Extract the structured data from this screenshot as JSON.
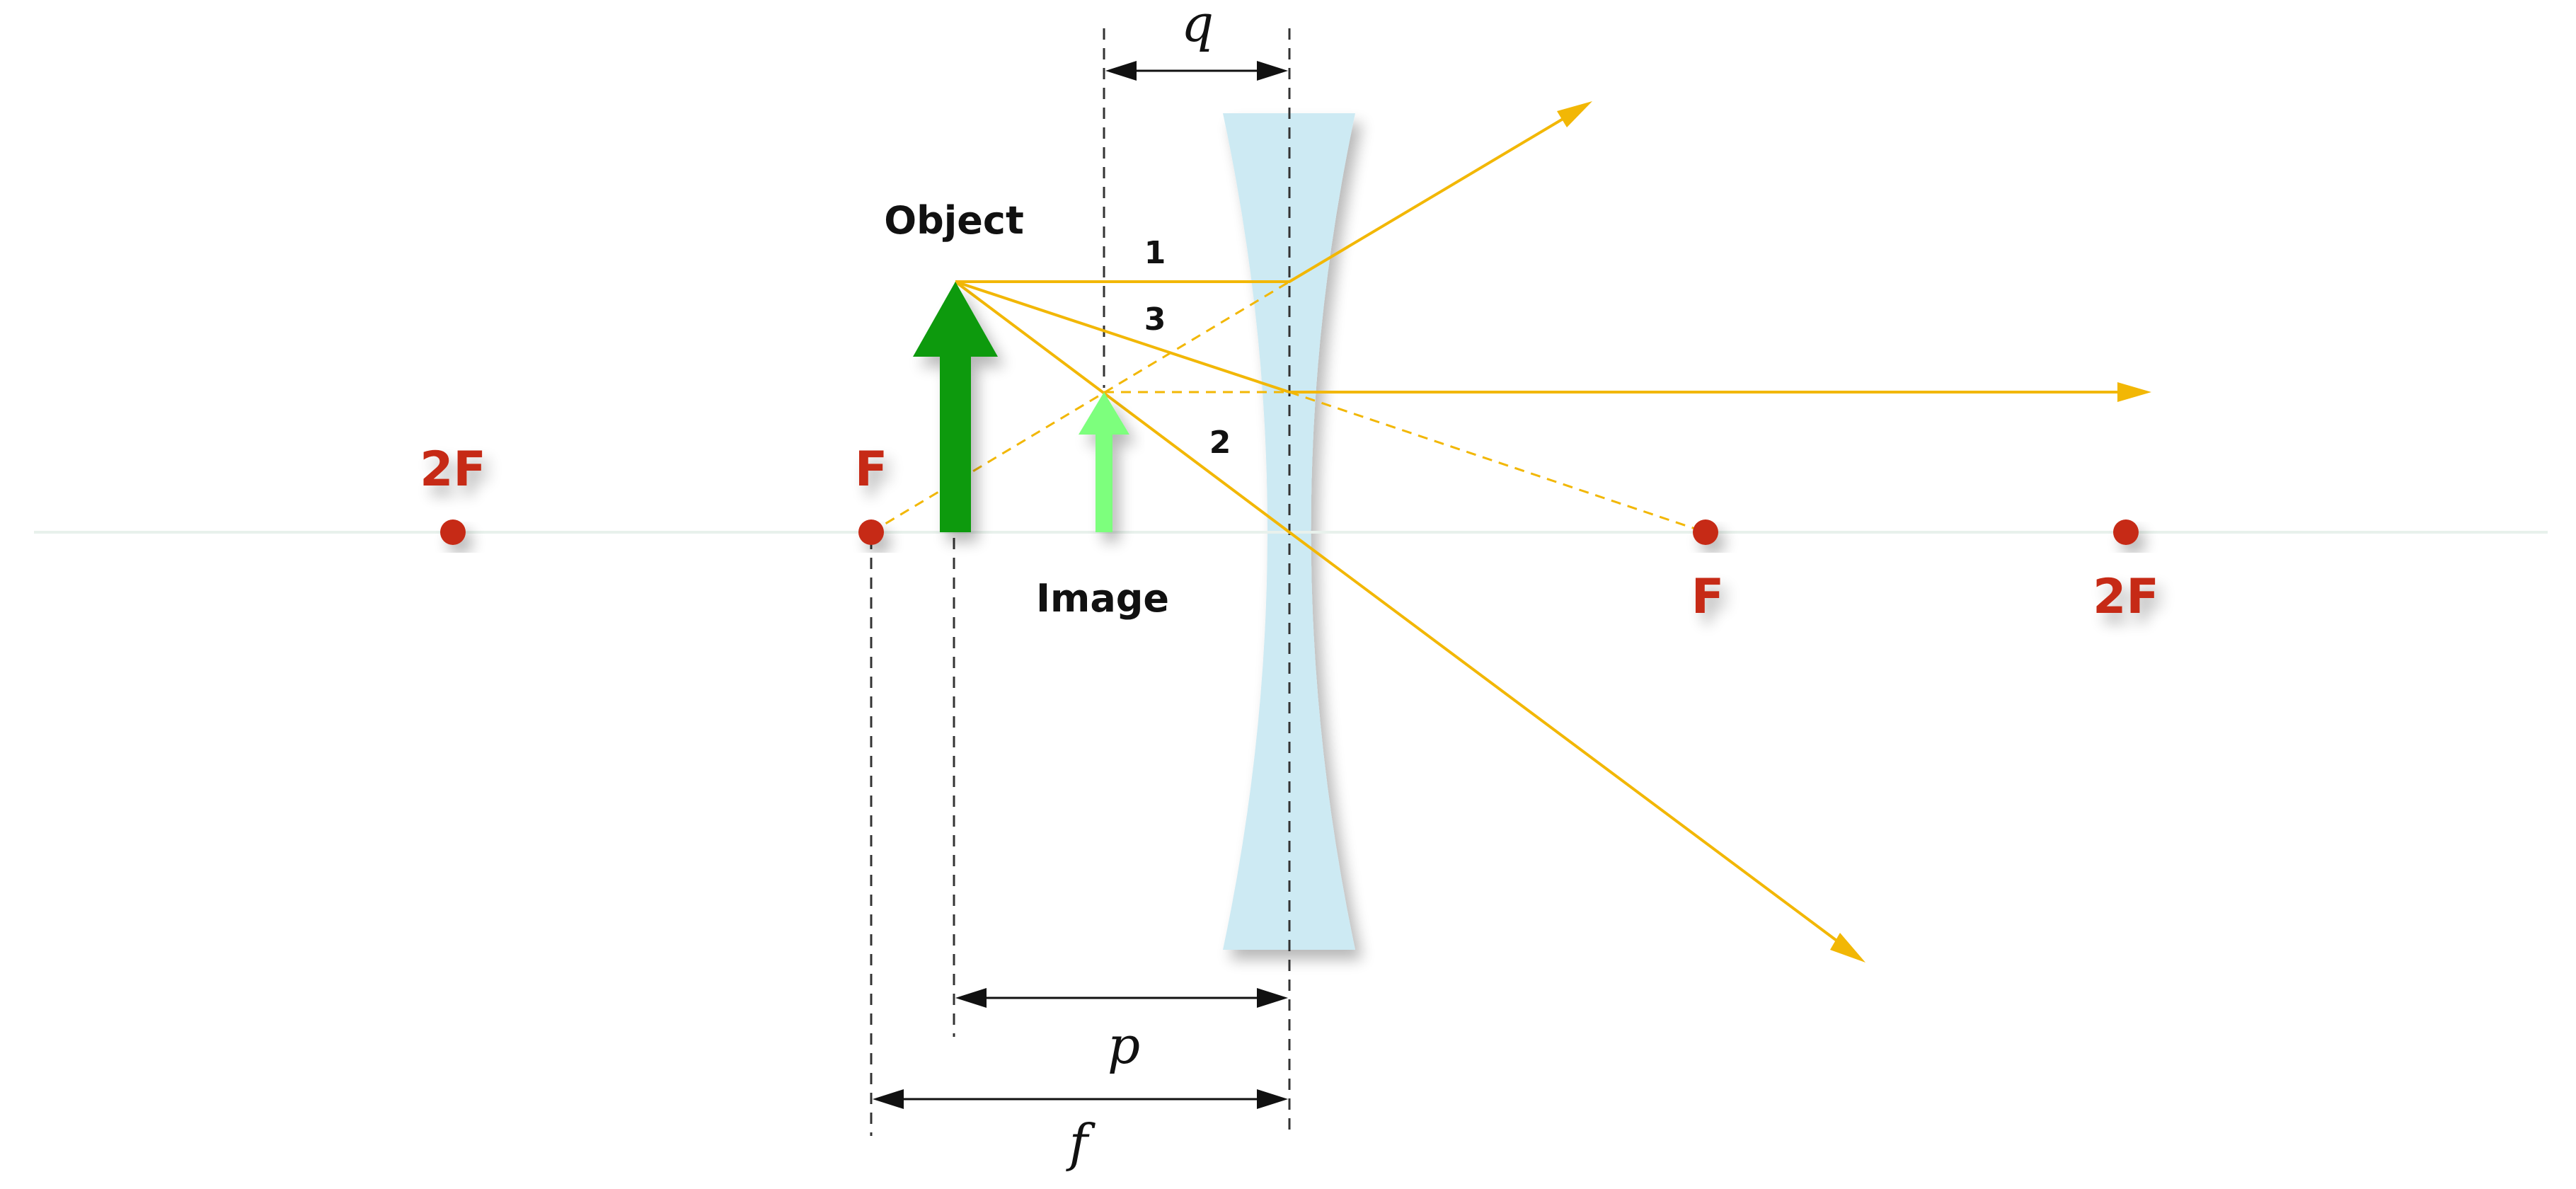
{
  "labels": {
    "object": "Object",
    "image": "Image",
    "ray_1": "1",
    "ray_2": "2",
    "ray_3": "3",
    "q": "q",
    "p": "p",
    "f": "f"
  },
  "focal_points": {
    "left_2f": "2F",
    "left_f": "F",
    "right_f": "F",
    "right_2f": "2F"
  },
  "colors": {
    "axis": "#1db954",
    "lens": "#cdeaf3",
    "object_arrow": "#0a9a10",
    "image_arrow": "#7dff7d",
    "rays": "#f2b705",
    "focal_marks": "#c62a12",
    "guides": "#333333"
  }
}
